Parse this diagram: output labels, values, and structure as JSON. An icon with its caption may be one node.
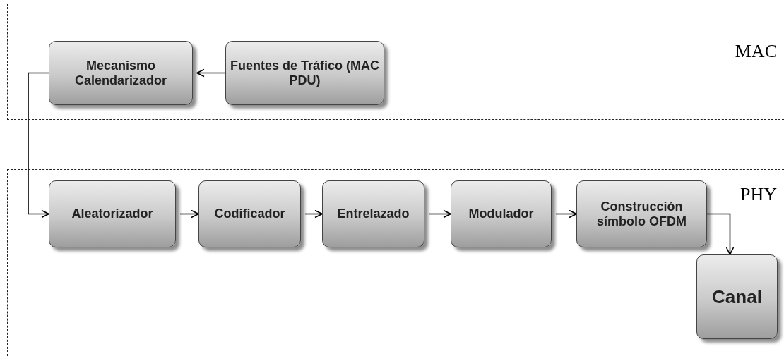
{
  "diagram": {
    "nodes": [
      {
        "text": [
          "MAC"
        ]
      },
      {
        "text": [
          "Mecanismo Calendarizador"
        ],
        "in": 0
      },
      {
        "text": [
          "Fuentes de Tráfico (MAC PDU)"
        ],
        "in": 0
      },
      {
        "text": [
          "PHY"
        ]
      },
      {
        "text": [
          "Aleatorizador"
        ],
        "in": 3
      },
      {
        "text": [
          "Codificador"
        ],
        "in": 3
      },
      {
        "text": [
          "Entrelazado"
        ],
        "in": 3
      },
      {
        "text": [
          "Modulador"
        ],
        "in": 3
      },
      {
        "text": [
          "Construcción símbolo OFDM"
        ],
        "in": 3
      },
      {
        "text": [
          "Canal"
        ],
        "in": 3
      }
    ],
    "edges": [
      {
        "from": 2,
        "to": 1,
        "arrow": "to"
      },
      {
        "from": 1,
        "to": 4,
        "arrow": "to"
      },
      {
        "from": 4,
        "to": 5,
        "arrow": "to"
      },
      {
        "from": 5,
        "to": 6,
        "arrow": "to"
      },
      {
        "from": 6,
        "to": 7,
        "arrow": "to"
      },
      {
        "from": 7,
        "to": 8,
        "arrow": "to"
      },
      {
        "from": 8,
        "to": 9,
        "arrow": "to"
      }
    ]
  }
}
